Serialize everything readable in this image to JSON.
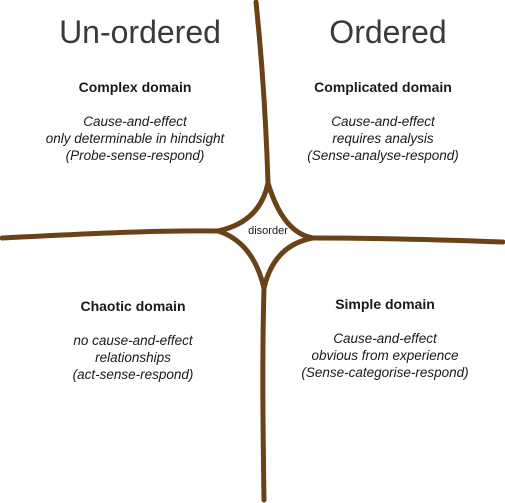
{
  "headers": {
    "left": "Un-ordered",
    "right": "Ordered"
  },
  "center": {
    "label": "disorder"
  },
  "quadrants": {
    "complex": {
      "title": "Complex domain",
      "lines": [
        "Cause-and-effect",
        "only determinable in hindsight",
        "(Probe-sense-respond)"
      ]
    },
    "complicated": {
      "title": "Complicated domain",
      "lines": [
        "Cause-and-effect",
        "requires analysis",
        "(Sense-analyse-respond)"
      ]
    },
    "chaotic": {
      "title": "Chaotic domain",
      "lines": [
        "no cause-and-effect",
        "relationships",
        "(act-sense-respond)"
      ]
    },
    "simple": {
      "title": "Simple domain",
      "lines": [
        "Cause-and-effect",
        "obvious from experience",
        "(Sense-categorise-respond)"
      ]
    }
  },
  "colors": {
    "line": "#6b4117",
    "text": "#1a1a1a",
    "header": "#3a3a3a"
  }
}
